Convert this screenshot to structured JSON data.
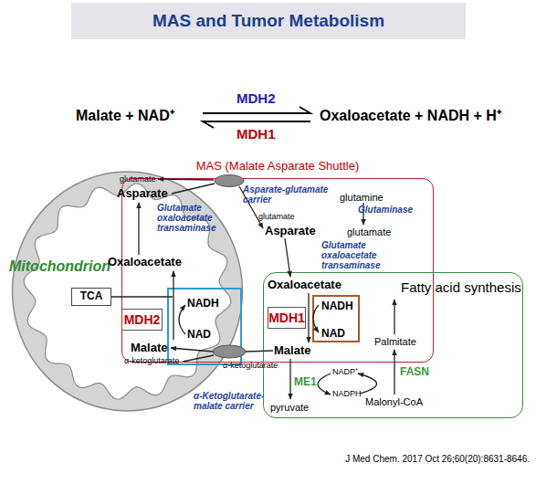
{
  "diagram": {
    "title": "MAS and Tumor Metabolism",
    "caption": "J Med Chem. 2017 Oct 26;60(20):8631-8646.",
    "nodes": [
      {
        "text": [
          "Mitochondrion"
        ]
      },
      {
        "text": [
          "TCA"
        ],
        "in": 0
      },
      {
        "text": [
          "MDH2"
        ],
        "in": 0
      },
      {
        "text": [
          "NADH",
          "NAD"
        ],
        "in": 0
      },
      {
        "text": [
          "MAS (Malate Asparate Shuttle)"
        ]
      },
      {
        "text": [
          "Fatty acid synthesis"
        ]
      },
      {
        "text": [
          "MDH1"
        ],
        "in": 5
      },
      {
        "text": [
          "NADH",
          "NAD"
        ],
        "in": 5
      }
    ],
    "labels": [
      "Malate + NAD⁺",
      "MDH2",
      "Oxaloacetate + NADH + H⁺",
      "MDH1",
      "glutamate",
      "Asparate",
      "Asparate-glutamate carrier",
      "glutamine",
      "Glutaminase",
      "glutamate",
      "Asparate",
      "glutamate",
      "Glutamate oxaloacetate transaminase",
      "Glutamate oxaloacetate transaminase",
      "Oxaloacetate",
      "Oxaloacetate",
      "Malate",
      "α-ketoglutarate",
      "Malate",
      "α-ketoglutarate",
      "α-Ketoglutarate-malate carrier",
      "ME1",
      "NADP⁺",
      "NADPH",
      "pyruvate",
      "Palmitate",
      "FASN",
      "Malonyl-CoA"
    ]
  }
}
